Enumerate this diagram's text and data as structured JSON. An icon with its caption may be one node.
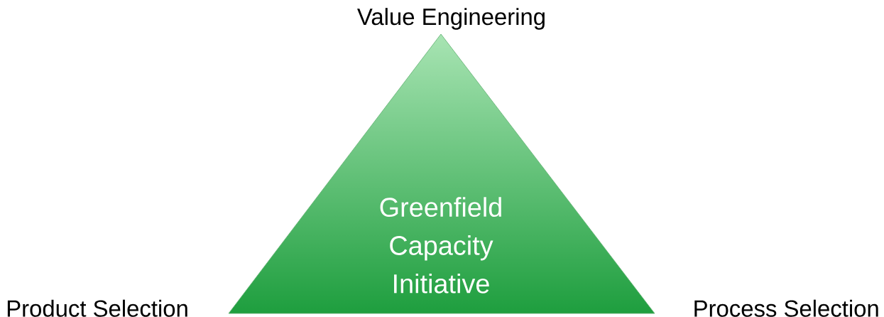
{
  "diagram": {
    "nodes": [
      {
        "text": [
          "Greenfield Capacity Initiative"
        ]
      }
    ],
    "labels": [
      "Value Engineering",
      "Product Selection",
      "Process Selection"
    ]
  }
}
